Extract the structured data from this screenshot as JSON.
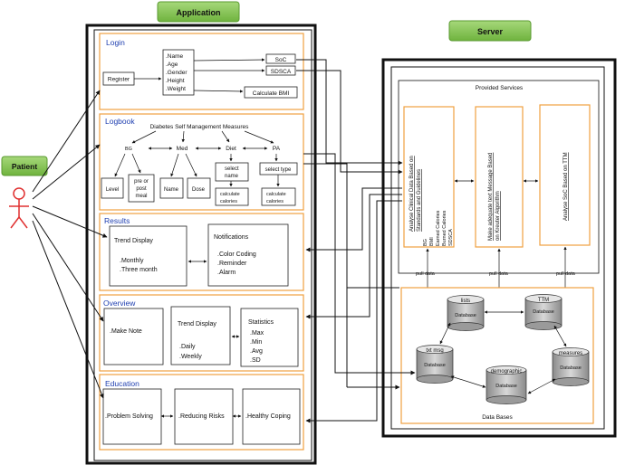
{
  "headers": {
    "application": "Application",
    "server": "Server",
    "patient": "Patient"
  },
  "login": {
    "title": "Login",
    "register": "Register",
    "fields": [
      ".Name",
      ".Age",
      ".Gender",
      ".Height",
      ".Weight"
    ],
    "soc": "SoC",
    "sdsca": "SDSCA",
    "calc_bmi": "Calculate BMI"
  },
  "logbook": {
    "title": "Logbook",
    "heading": "Diabetes Self Management Measures",
    "bg": "BG",
    "med": "Med",
    "diet": "Diet",
    "pa": "PA",
    "level": "Level",
    "prepost": [
      "pre or",
      "post",
      "meal"
    ],
    "name": "Name",
    "dose": "Dose",
    "select_name": [
      "select",
      "name"
    ],
    "select_type": "select type",
    "calc_cal_1": [
      "calculate",
      "calories"
    ],
    "calc_cal_2": [
      "calculate",
      "calories"
    ]
  },
  "results": {
    "title": "Results",
    "trend": "Trend Display",
    "monthly": ".Monthly",
    "three_month": ".Three month",
    "notifications": "Notifications",
    "color": ".Color Coding",
    "reminder": ".Reminder",
    "alarm": ".Alarm"
  },
  "overview": {
    "title": "Overview",
    "make_note": ".Make Note",
    "trend": "Trend Display",
    "daily": ".Daily",
    "weekly": ".Weekly",
    "statistics": "Statistics",
    "stats": [
      ".Max",
      ".Min",
      ".Avg",
      ".SD"
    ]
  },
  "education": {
    "title": "Education",
    "problem": ".Problem Solving",
    "reducing": ".Reducing Risks",
    "coping": ".Healthy Coping"
  },
  "server": {
    "provided": "Provided Services",
    "service1": [
      "Analyse Clinical Data Based on",
      "Standards and Guidelines"
    ],
    "service1_items": [
      "BG",
      "BMI",
      "Earned Calories",
      "Burned Calories",
      "SDSCA"
    ],
    "service2": [
      "Make adequate text Message Based",
      "on Kreuter Algorithm"
    ],
    "service3": "Analyse SoC Based on TTM",
    "pull_data": "pull data",
    "databases": "Data Bases",
    "db_lists": "lists",
    "db_ttm": "TTM",
    "db_txtmsg": "txt msg",
    "db_measures": "measures",
    "db_demographic": "demographic",
    "db_label": "Database"
  }
}
